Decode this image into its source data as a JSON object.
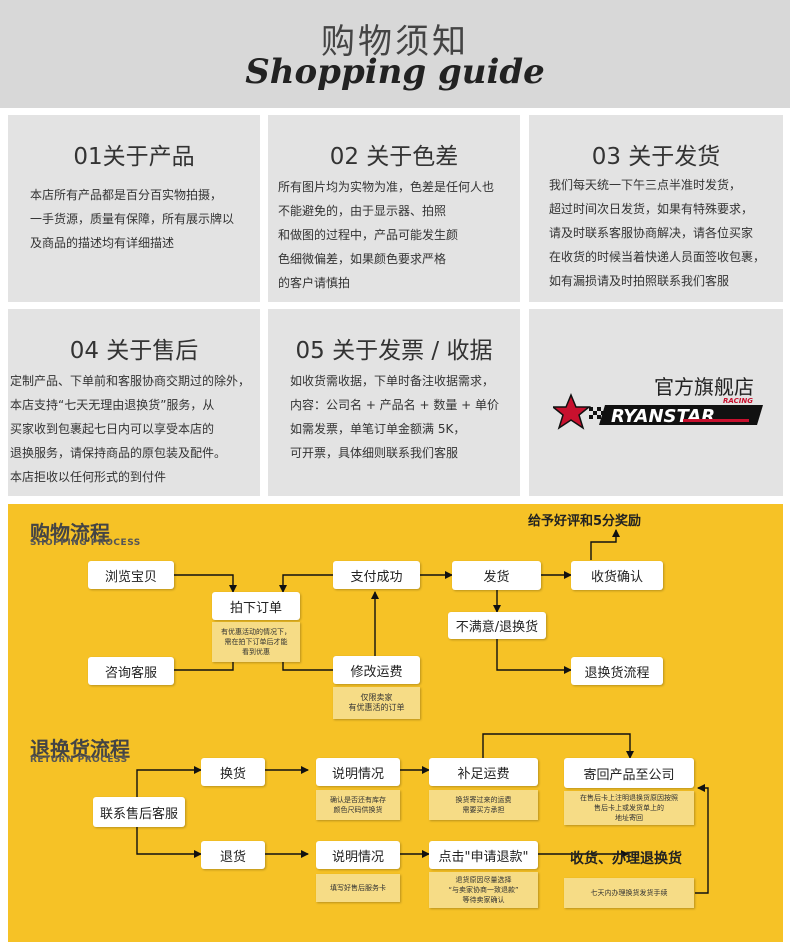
{
  "header": {
    "title_cn": "购物须知",
    "title_en": "Shopping guide"
  },
  "cards": {
    "product": {
      "title": "01关于产品",
      "body": "本店所有产品都是百分百实物拍摄，\n一手货源，质量有保障，所有展示牌以\n及商品的描述均有详细描述"
    },
    "color": {
      "title": "02 关于色差",
      "body": "所有图片均为实物为准，色差是任何人也\n不能避免的，由于显示器、拍照\n和做图的过程中，产品可能发生颜\n色细微偏差，如果颜色要求严格\n的客户请慎拍"
    },
    "shipping": {
      "title": "03 关于发货",
      "body": "我们每天统一下午三点半准时发货，\n超过时间次日发货，如果有特殊要求，\n请及时联系客服协商解决，请各位买家\n在收货的时候当着快递人员面签收包裹，\n如有漏损请及时拍照联系我们客服"
    },
    "aftersale": {
      "title": "04 关于售后",
      "body": "定制产品、下单前和客服协商交期过的除外，\n本店支持“七天无理由退换货”服务，从\n买家收到包裹起七日内可以享受本店的\n退换服务，请保持商品的原包装及配件。\n本店拒收以任何形式的到付件"
    },
    "invoice": {
      "title": "05 关于发票 / 收据",
      "body": "如收货需收据，下单时备注收据需求，\n内容：公司名 + 产品名 + 数量 + 单价\n如需发票，单笔订单金额满 5K，\n可开票，具体细则联系我们客服"
    },
    "logo": {
      "store": "官方旗舰店",
      "brand": "RYANSTAR",
      "brand_small": "RACING"
    }
  },
  "shopping_process": {
    "title": "购物流程",
    "subtitle": "SHOPPING PROCESS",
    "browse": "浏览宝贝",
    "consult": "咨询客服",
    "order": "拍下订单",
    "order_note": "有优惠活动的情况下，\n需在拍下订单后才能\n看到优惠",
    "pay": "支付成功",
    "modify": "修改运费",
    "modify_note": "仅限卖家\n有优惠活的订单",
    "ship": "发货",
    "receive": "收货确认",
    "reward": "给予好评和5分奖励",
    "unsatisfied": "不满意/退换货",
    "return_flow": "退换货流程"
  },
  "return_process": {
    "title": "退换货流程",
    "subtitle": "RETURN PROCESS",
    "contact": "联系售后客服",
    "exchange": "换货",
    "refund": "退货",
    "explain1": "说明情况",
    "explain1_note": "确认是否还有库存\n颜色尺码供换货",
    "explain2": "说明情况",
    "explain2_note": "填写好售后服务卡",
    "pay_extra": "补足运费",
    "pay_extra_note": "换货寄过来的运费\n需要买方承担",
    "click_refund": "点击\"申请退款\"",
    "click_refund_note": "退货原因尽量选择\n“与卖家协商一致退款”\n等待卖家确认",
    "send_back": "寄回产品至公司",
    "send_back_note": "在售后卡上注明退换货原因按照\n售后卡上或发货单上的\n地址寄回",
    "receive_refund": "收货、办理退换货",
    "receive_refund_note": "七天内办理换货发货手续"
  },
  "colors": {
    "header_bg": "#d8d8d8",
    "card_bg": "#e3e3e3",
    "process_bg": "#f6c226",
    "note_bg": "#f6dc86",
    "brand_red": "#c8102e"
  }
}
